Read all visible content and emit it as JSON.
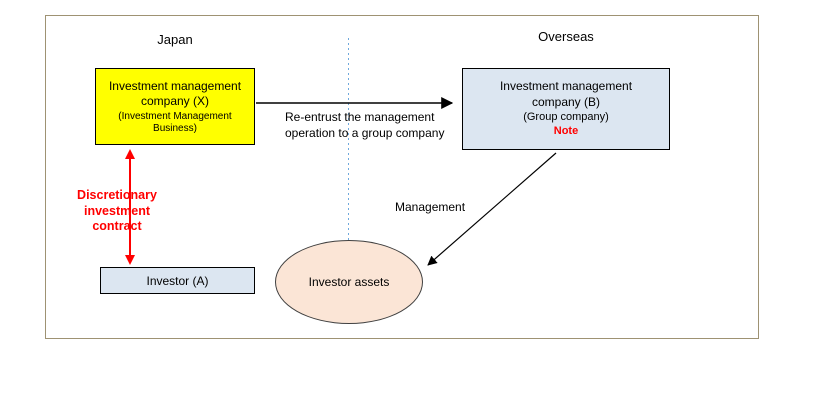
{
  "regions": {
    "left": "Japan",
    "right": "Overseas"
  },
  "company_x": {
    "name": "Investment management company (X)",
    "subtitle": "(Investment Management Business)"
  },
  "company_b": {
    "name": "Investment management company (B)",
    "subtitle": "(Group company)",
    "note": "Note"
  },
  "investor_box": {
    "label": "Investor (A)"
  },
  "assets_ellipse": {
    "label": "Investor assets"
  },
  "arrows": {
    "re_entrust_label": "Re-entrust the management operation to a group company",
    "management_label": "Management",
    "discretionary_label": "Discretionary investment contract"
  },
  "colors": {
    "company_x_fill": "#FFFF00",
    "company_b_fill": "#DCE6F1",
    "investor_fill": "#DCE6F1",
    "assets_fill": "#FBE5D6",
    "accent_red": "#FF0000",
    "divider_blue": "#6FA8DC",
    "frame_border": "#9E9273"
  }
}
